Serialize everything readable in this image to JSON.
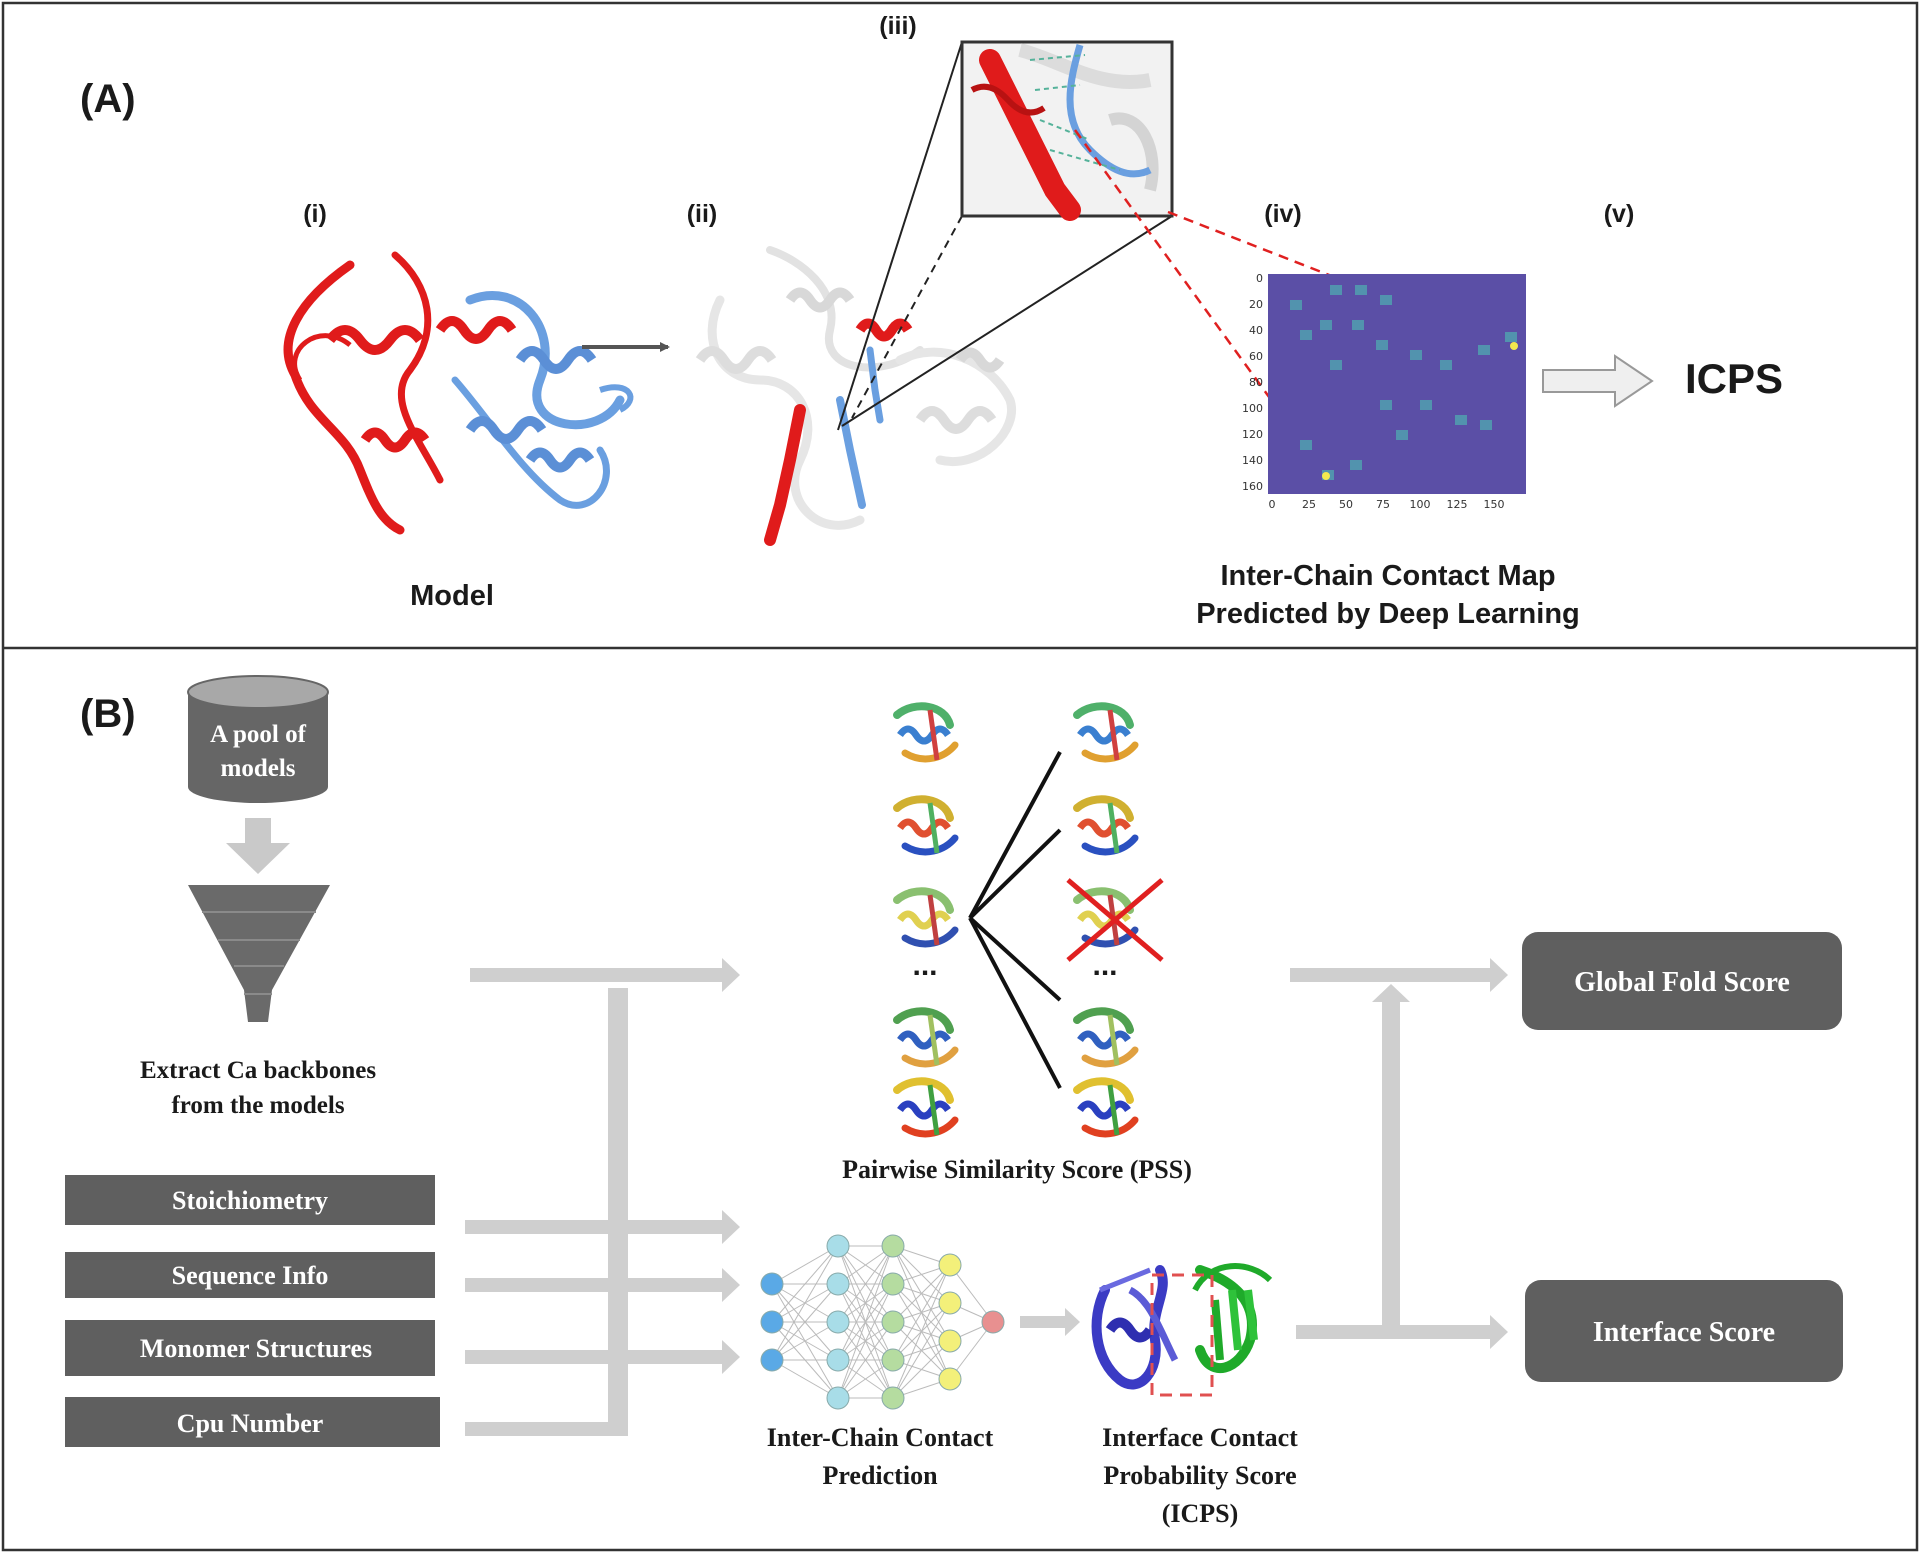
{
  "panel_a": {
    "label": "(A)",
    "steps": [
      "(i)",
      "(ii)",
      "(iii)",
      "(iv)",
      "(v)"
    ],
    "model_label": "Model",
    "contact_map_caption": [
      "Inter-Chain Contact Map",
      "Predicted by Deep Learning"
    ],
    "icps_label": "ICPS",
    "map_x_ticks": [
      "0",
      "25",
      "50",
      "75",
      "100",
      "125",
      "150"
    ],
    "map_y_ticks": [
      "0",
      "20",
      "40",
      "60",
      "80",
      "100",
      "120",
      "140",
      "160"
    ],
    "chain_colors": {
      "chain_a": "#e01b1b",
      "chain_b": "#6a9fe0",
      "other": "#e6e6e6"
    },
    "map_background": "#5b4fa6"
  },
  "panel_b": {
    "label": "(B)",
    "pool_label": [
      "A pool of",
      "models"
    ],
    "funnel_caption": [
      "Extract Ca backbones",
      "from the models"
    ],
    "inputs": [
      "Stoichiometry",
      "Sequence Info",
      "Monomer Structures",
      "Cpu Number"
    ],
    "ellipsis": "...",
    "pss_label": "Pairwise Similarity Score (PSS)",
    "nn_caption": [
      "Inter-Chain Contact",
      "Prediction"
    ],
    "icps_caption": [
      "Interface Contact",
      "Probability Score",
      "(ICPS)"
    ],
    "outputs": [
      "Global Fold Score",
      "Interface Score"
    ],
    "box_color": "#5f5f5f",
    "arrow_color": "#cfcfcf"
  }
}
